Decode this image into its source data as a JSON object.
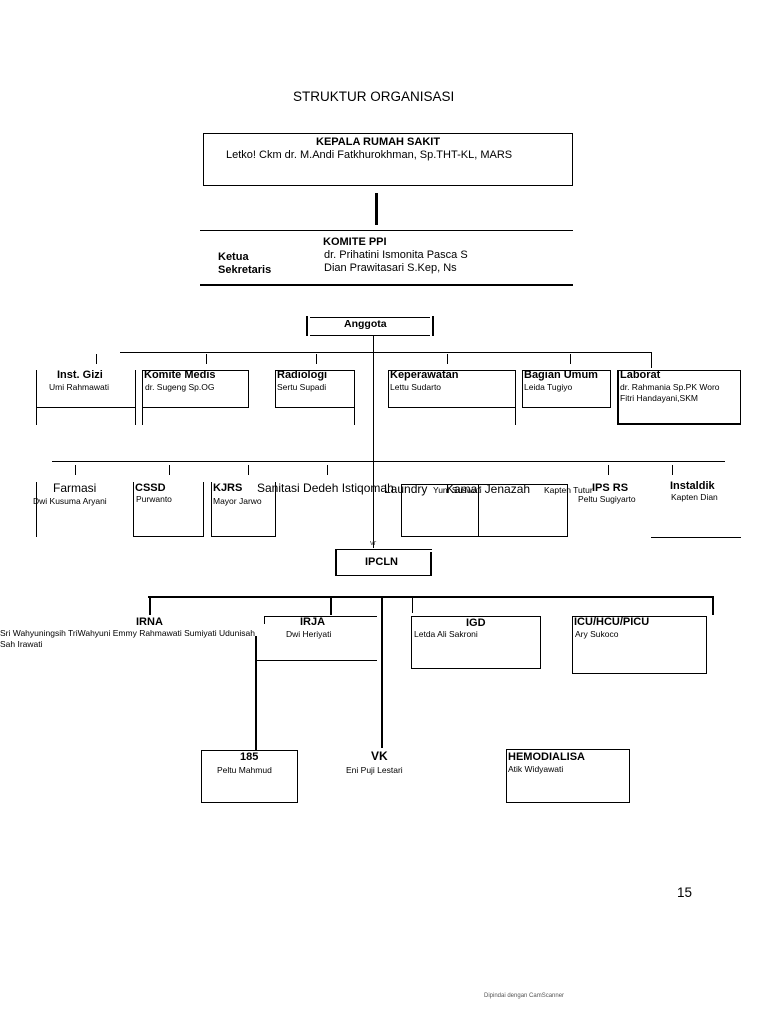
{
  "title": "STRUKTUR ORGANISASI",
  "head": {
    "label": "KEPALA RUMAH SAKIT",
    "name": "Letko! Ckm dr. M.Andi Fatkhurokhman, Sp.THT-KL, MARS"
  },
  "komite": {
    "label": "KOMITE PPI",
    "ketua_label": "Ketua",
    "sekretaris_label": "Sekretaris",
    "ketua_name": "dr. Prihatini Ismonita Pasca S",
    "sekretaris_name": "Dian Prawitasari S.Kep, Ns"
  },
  "anggota": {
    "label": "Anggota"
  },
  "row1": [
    {
      "label": "Inst. Gizi",
      "name": "Umi Rahmawati"
    },
    {
      "label": "Komite Medis",
      "name": "dr. Sugeng Sp.OG"
    },
    {
      "label": "Radiologi",
      "name": "Sertu Supadi"
    },
    {
      "label": "Keperawatan",
      "name": "Lettu Sudarto"
    },
    {
      "label": "Bagian Umum",
      "name": "Leida Tugiyo"
    },
    {
      "label": "Laborat",
      "name": "dr. Rahmania Sp.PK Woro",
      "name2": "Fitri Handayani,SKM"
    }
  ],
  "row2": [
    {
      "label": "Farmasi",
      "name": "Dwi Kusuma Aryani"
    },
    {
      "label": "CSSD",
      "name": "Purwanto"
    },
    {
      "label": "KJRS",
      "name": "Mayor Jarwo"
    },
    {
      "label": "Sanitasi Dedeh Istiqomah"
    },
    {
      "label": "Laundry",
      "name": "Yuni Suswati"
    },
    {
      "label": "Kamar Jenazah",
      "name": "Kapten Tutur"
    },
    {
      "label": "IPS RS",
      "name": "Peltu Sugiyarto"
    },
    {
      "label": "Instaldik",
      "name": "Kapten Dian"
    }
  ],
  "ipcln": {
    "label": "IPCLN",
    "mark": "vr"
  },
  "row3": [
    {
      "label": "IRNA",
      "name": "Sri Wahyuningsih TriWahyuni  Emmy Rahmawati Sumiyati Udunisah",
      "name2": "Sah Irawati"
    },
    {
      "label": "IRJA",
      "name": "Dwi Heriyati"
    },
    {
      "label": "IGD",
      "name": "Letda Ali Sakroni"
    },
    {
      "label": "ICU/HCU/PICU",
      "name": "Ary Sukoco"
    }
  ],
  "row4": [
    {
      "label": "185",
      "name": "Peltu Mahmud"
    },
    {
      "label": "VK",
      "name": "Eni Puji Lestari"
    },
    {
      "label": "HEMODIALISA",
      "name": "Atik Widyawati"
    }
  ],
  "page_number": "15",
  "footer": "Dipindai dengan CamScanner"
}
